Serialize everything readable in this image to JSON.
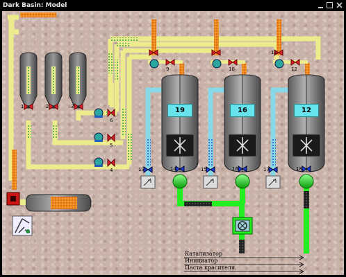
{
  "window": {
    "title": "Dark Basin: Model"
  },
  "tanks": [
    {
      "id": "tank-1",
      "level": "19"
    },
    {
      "id": "tank-2",
      "level": "16"
    },
    {
      "id": "tank-3",
      "level": "12"
    }
  ],
  "valves": {
    "feed": [
      "1",
      "2",
      "3",
      "4",
      "5",
      "6"
    ],
    "top": [
      "9",
      "10",
      "11",
      "12"
    ],
    "bottom": [
      "13",
      "14",
      "15",
      "16",
      "17",
      "18"
    ]
  },
  "legend": {
    "catalyst": "Катализатор",
    "initiator": "Инициатор",
    "paste": "Паста красителя"
  },
  "colors": {
    "yellow_pipe": "#ecec8c",
    "orange_pipe": "#ee8a1c",
    "green_pipe": "#22ee22",
    "cyan_pipe": "#88d8e8",
    "valve_red": "#dd1f2a",
    "label_cyan": "#66e3ec"
  }
}
